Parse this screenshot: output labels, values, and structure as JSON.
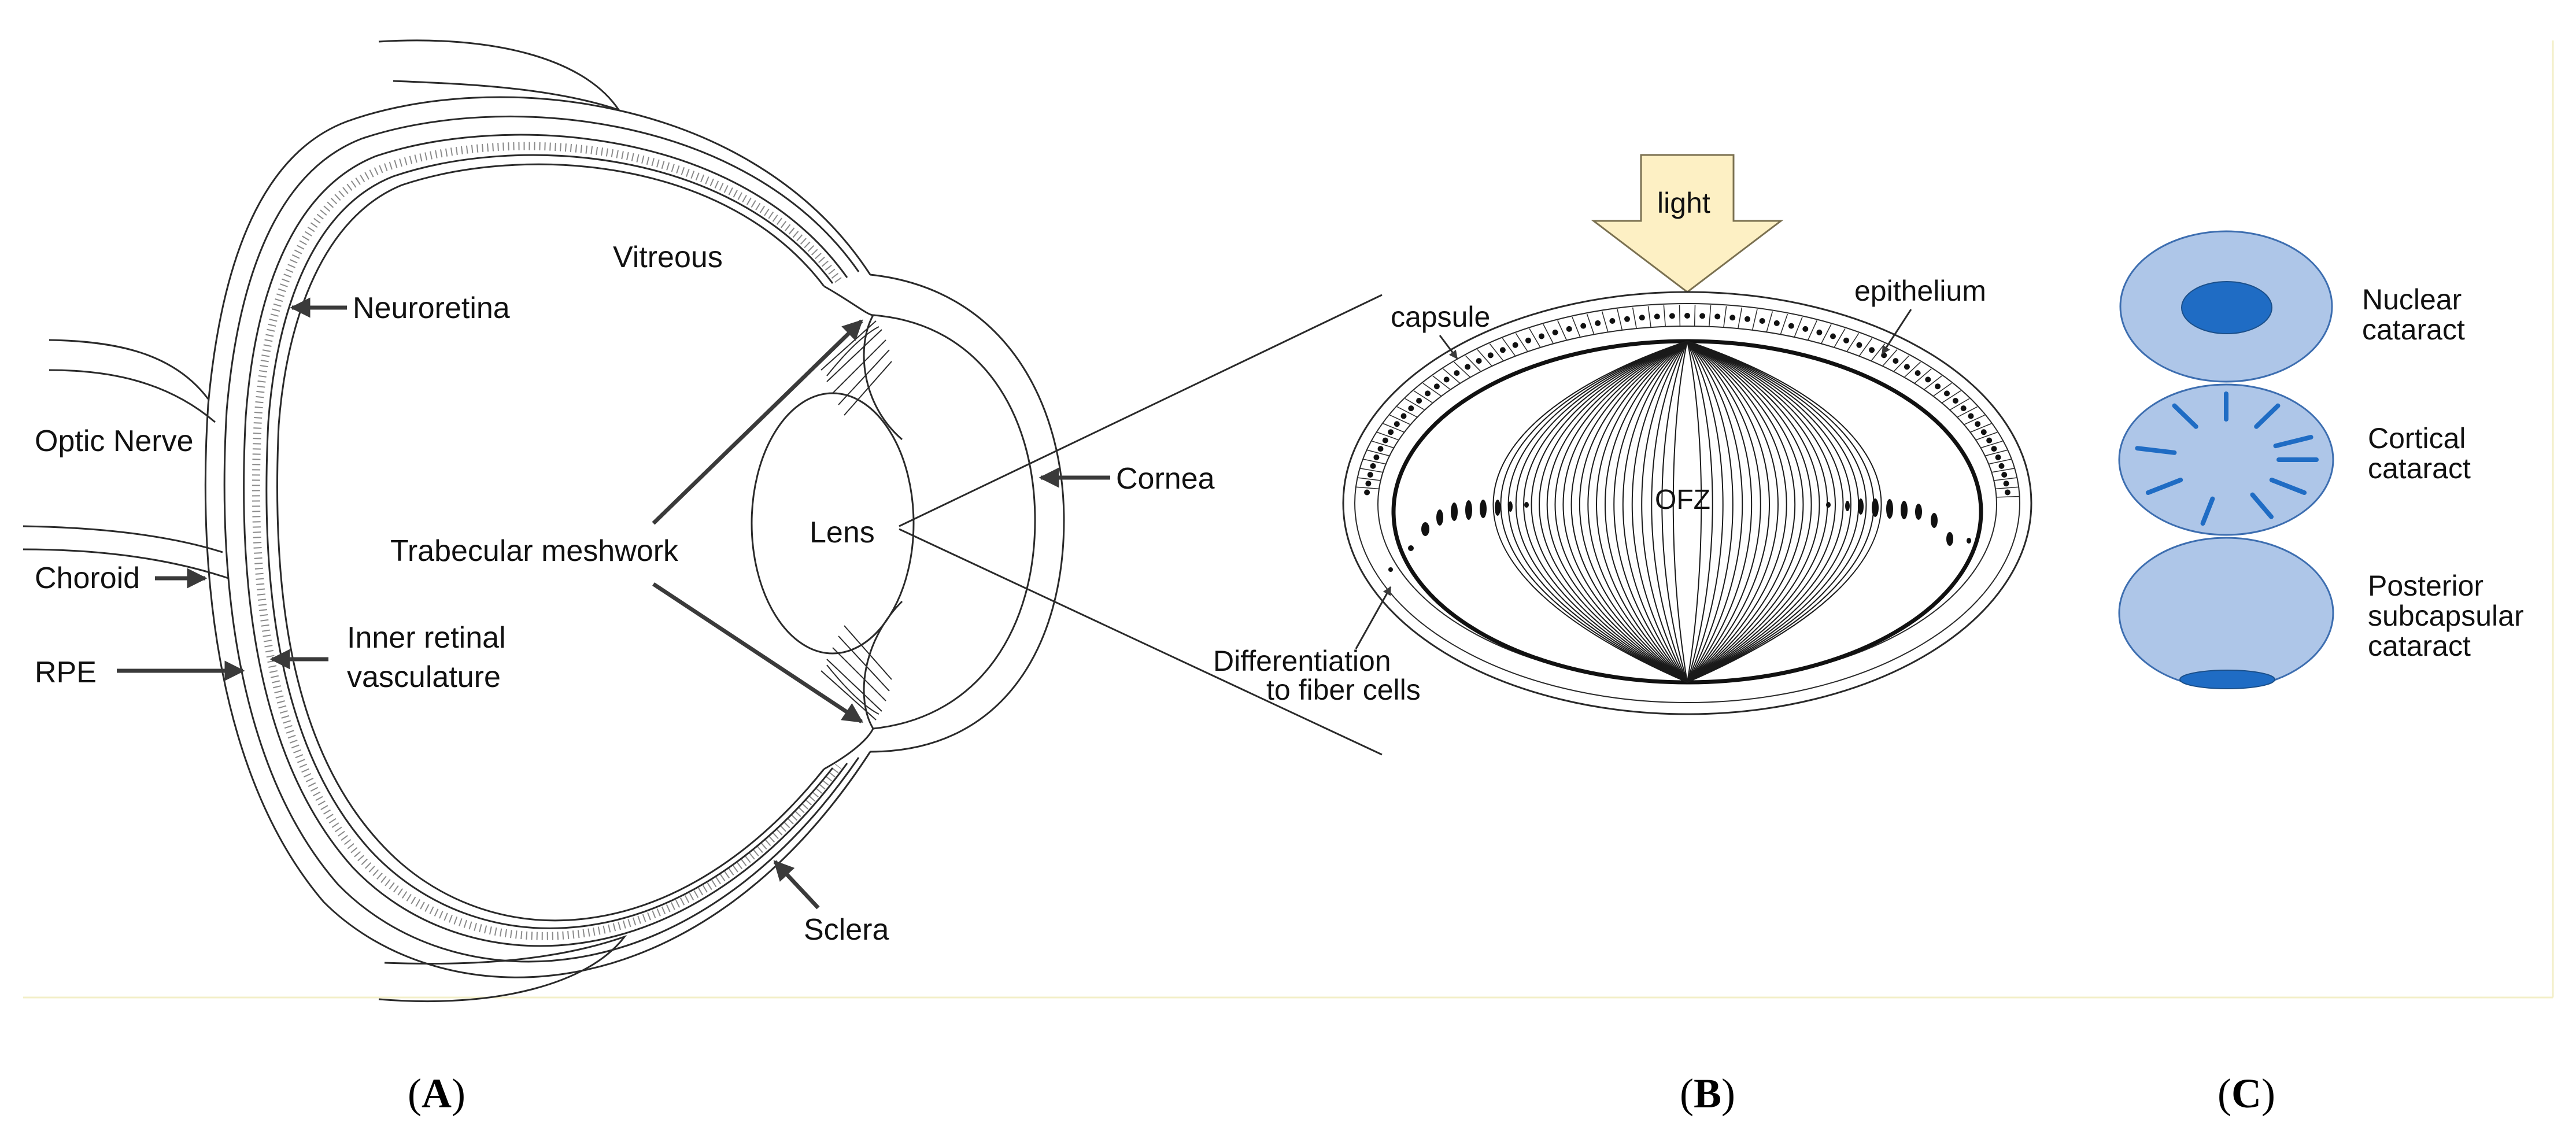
{
  "colors": {
    "line": "#2a2a2a",
    "arrow": "#3a3a3a",
    "light_fill": "#fdf0c4",
    "light_stroke": "#7a7050",
    "cataract_fill": "#aec6e8",
    "cataract_stroke": "#3d6eb0",
    "opacity_fill": "#1f6cc4",
    "frame": "#f3efc8"
  },
  "panel_a": {
    "letter": "A",
    "labels": {
      "vitreous": "Vitreous",
      "neuroretina": "Neuroretina",
      "optic_nerve": "Optic Nerve",
      "cornea": "Cornea",
      "trabecular_meshwork": "Trabecular meshwork",
      "lens": "Lens",
      "choroid": "Choroid",
      "inner_retinal_line1": "Inner retinal",
      "inner_retinal_line2": "vasculature",
      "rpe": "RPE",
      "sclera": "Sclera"
    }
  },
  "panel_b": {
    "letter": "B",
    "labels": {
      "light": "light",
      "capsule": "capsule",
      "epithelium": "epithelium",
      "ofz": "OFZ",
      "differentiation_line1": "Differentiation",
      "differentiation_line2": "to fiber cells"
    }
  },
  "panel_c": {
    "letter": "C",
    "items": [
      {
        "lines": [
          "Nuclear",
          "cataract"
        ]
      },
      {
        "lines": [
          "Cortical",
          "cataract"
        ]
      },
      {
        "lines": [
          "Posterior",
          "subcapsular",
          "cataract"
        ]
      }
    ]
  }
}
